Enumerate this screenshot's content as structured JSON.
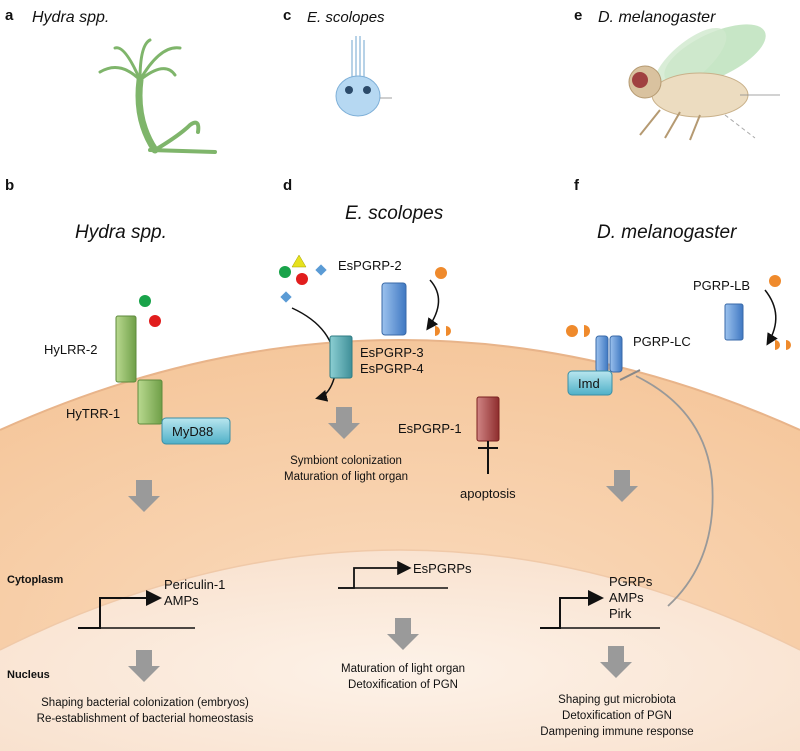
{
  "panels": {
    "a": {
      "letter": "a",
      "organism": "Hydra spp."
    },
    "c": {
      "letter": "c",
      "organism": "E. scolopes"
    },
    "e": {
      "letter": "e",
      "organism": "D. melanogaster"
    },
    "b": {
      "letter": "b",
      "title": "Hydra spp."
    },
    "d": {
      "letter": "d",
      "title": "E. scolopes"
    },
    "f": {
      "letter": "f",
      "title": "D. melanogaster"
    }
  },
  "compartments": {
    "cytoplasm": "Cytoplasm",
    "nucleus": "Nucleus"
  },
  "hydra": {
    "receptor1": "HyLRR-2",
    "receptor2": "HyTRR-1",
    "adaptor": "MyD88",
    "genes": [
      "Periculin-1",
      "AMPs"
    ],
    "outcomes": [
      "Shaping bacterial colonization (embryos)",
      "Re-establishment of bacterial homeostasis"
    ]
  },
  "squid": {
    "soluble": "EsPGRP-2",
    "membrane": [
      "EsPGRP-3",
      "EsPGRP-4"
    ],
    "cytosolic": "EsPGRP-1",
    "inhibits": "apoptosis",
    "surface_outcomes": [
      "Symbiont colonization",
      "Maturation of light organ"
    ],
    "genes": [
      "EsPGRPs"
    ],
    "outcomes": [
      "Maturation of light organ",
      "Detoxification of PGN"
    ]
  },
  "fly": {
    "soluble": "PGRP-LB",
    "receptor": "PGRP-LC",
    "adaptor": "Imd",
    "genes": [
      "PGRPs",
      "AMPs",
      "Pirk"
    ],
    "outcomes": [
      "Shaping gut microbiota",
      "Detoxification of PGN",
      "Dampening immune response"
    ]
  },
  "colors": {
    "cell": "#f9d4b0",
    "nucleus": "#fbe9dc",
    "hydra_receptor": "#8fb86b",
    "adaptor": "#6fc3d6",
    "squid_receptor": "#5fa8ae",
    "esPGRP1": "#a83c3c",
    "pgrp": "#5a8fcf",
    "arrow": "#9a9a9a",
    "bacteria_orange": "#ef8a2c"
  }
}
